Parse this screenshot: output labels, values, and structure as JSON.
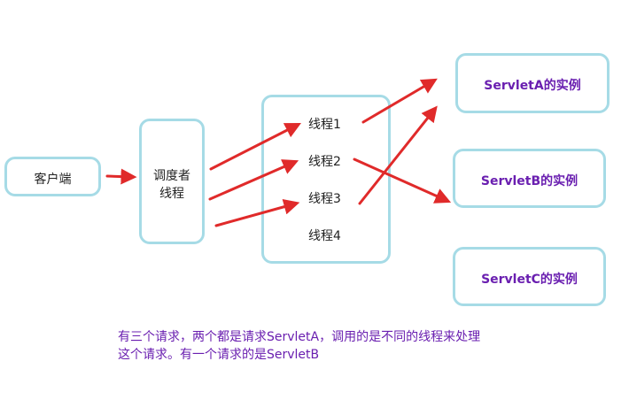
{
  "client": {
    "label": "客户端"
  },
  "dispatcher": {
    "line1": "调度者",
    "line2": "线程"
  },
  "threads": [
    {
      "label": "线程1"
    },
    {
      "label": "线程2"
    },
    {
      "label": "线程3"
    },
    {
      "label": "线程4"
    }
  ],
  "servlets": [
    {
      "label": "ServletA的实例"
    },
    {
      "label": "ServletB的实例"
    },
    {
      "label": "ServletC的实例"
    }
  ],
  "caption": {
    "line1": "有三个请求，两个都是请求ServletA，调用的是不同的线程来处理",
    "line2": "这个请求。有一个请求的是ServletB"
  },
  "colors": {
    "box_border": "#a6dbe6",
    "arrow": "#e02a2a",
    "caption_text": "#6a1fb0"
  }
}
